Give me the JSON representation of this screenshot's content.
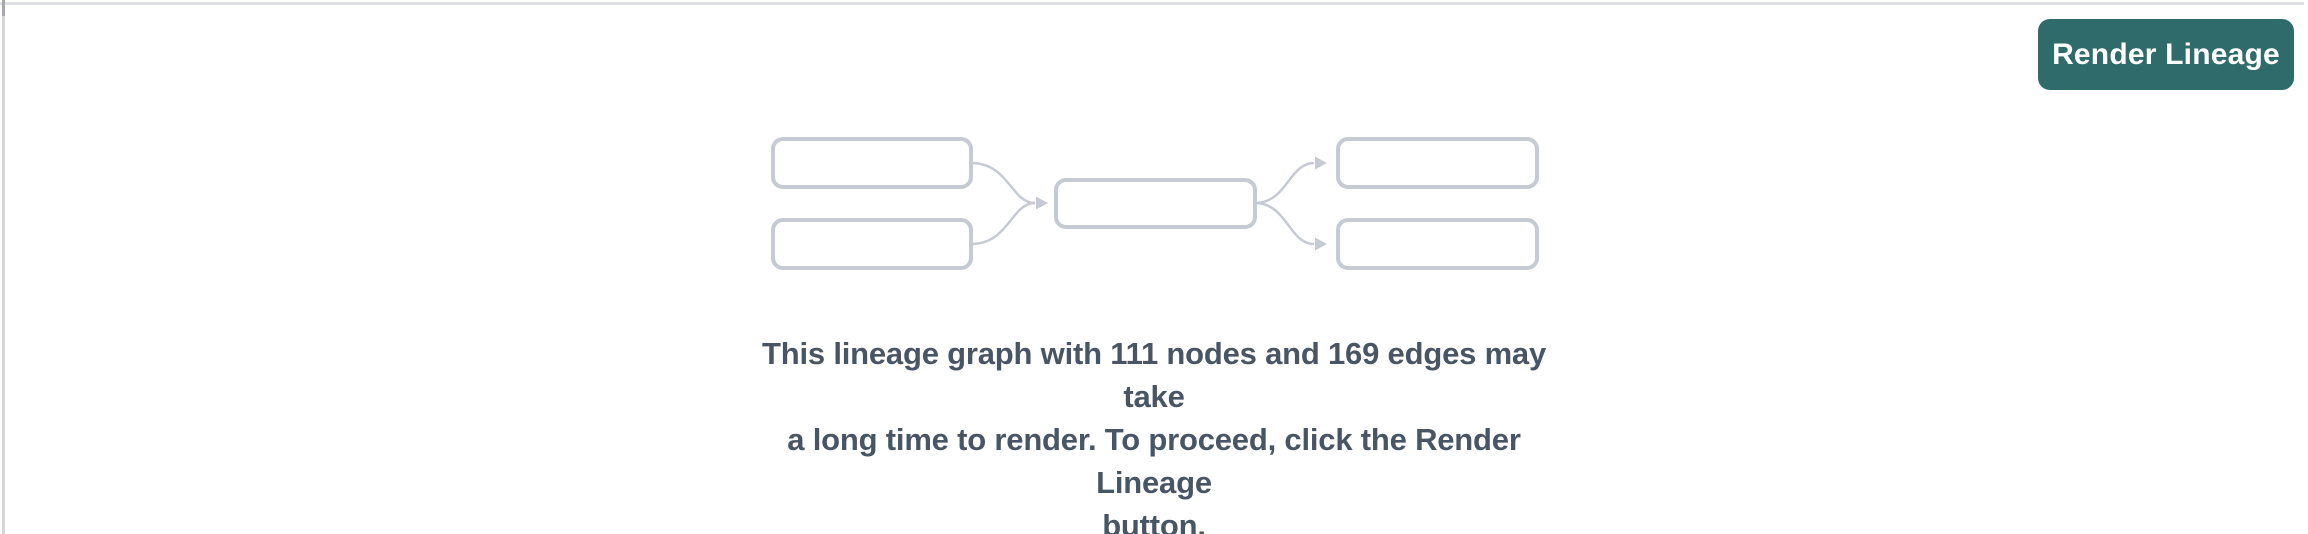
{
  "panel": {
    "background": "#ffffff",
    "top_divider_color": "#dfe0e4",
    "left_divider_color": "#d5d6da"
  },
  "button": {
    "label": "Render Lineage",
    "background": "#2f6b6b",
    "text_color": "#ffffff"
  },
  "message": {
    "full_text": "This lineage graph with 111 nodes and 169 edges may take a long time to render. To proceed, click the Render Lineage button.",
    "lines": [
      "This lineage graph with 111 nodes and 169 edges may take",
      "a long time to render. To proceed, click the Render Lineage",
      "button."
    ],
    "node_count": "111",
    "edge_count": "169",
    "text_color": "#485565"
  },
  "diagram": {
    "description": "Placeholder lineage graph: two source nodes feeding one middle node which fans out to two target nodes",
    "node_boxes": 5,
    "stroke_color": "#c6cad3",
    "node_fill": "#ffffff"
  }
}
